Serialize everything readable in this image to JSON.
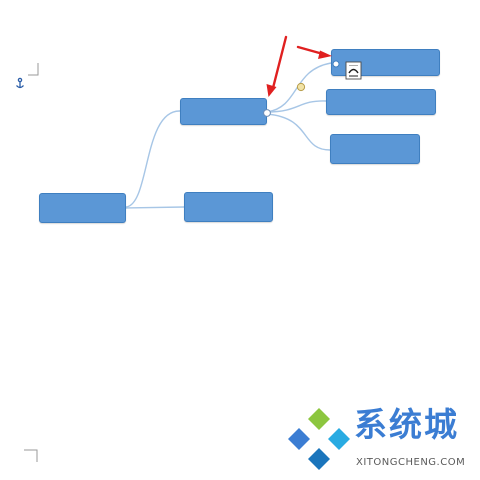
{
  "document": {
    "anchor_icon": "anchor-icon",
    "corner_marks": [
      "top-left-margin-mark",
      "bottom-left-margin-mark"
    ]
  },
  "mind_map": {
    "root": {
      "label": ""
    },
    "branches": [
      {
        "label": "",
        "children": [
          {
            "label": ""
          },
          {
            "label": ""
          },
          {
            "label": ""
          }
        ]
      },
      {
        "label": ""
      }
    ],
    "selected_topic": {
      "icon": "notes-icon"
    },
    "connector_color": "#a7c6e6",
    "topic_fill": "#5b97d6",
    "topic_border": "#3f7fc0"
  },
  "annotations": {
    "arrows": [
      {
        "color": "#e02020"
      },
      {
        "color": "#e02020"
      }
    ]
  },
  "watermark": {
    "title": "系统城",
    "subtitle": "XITONGCHENG.COM",
    "logo_colors": [
      "#8cc63f",
      "#3b7dd3",
      "#29abe2",
      "#1b75bc"
    ]
  }
}
